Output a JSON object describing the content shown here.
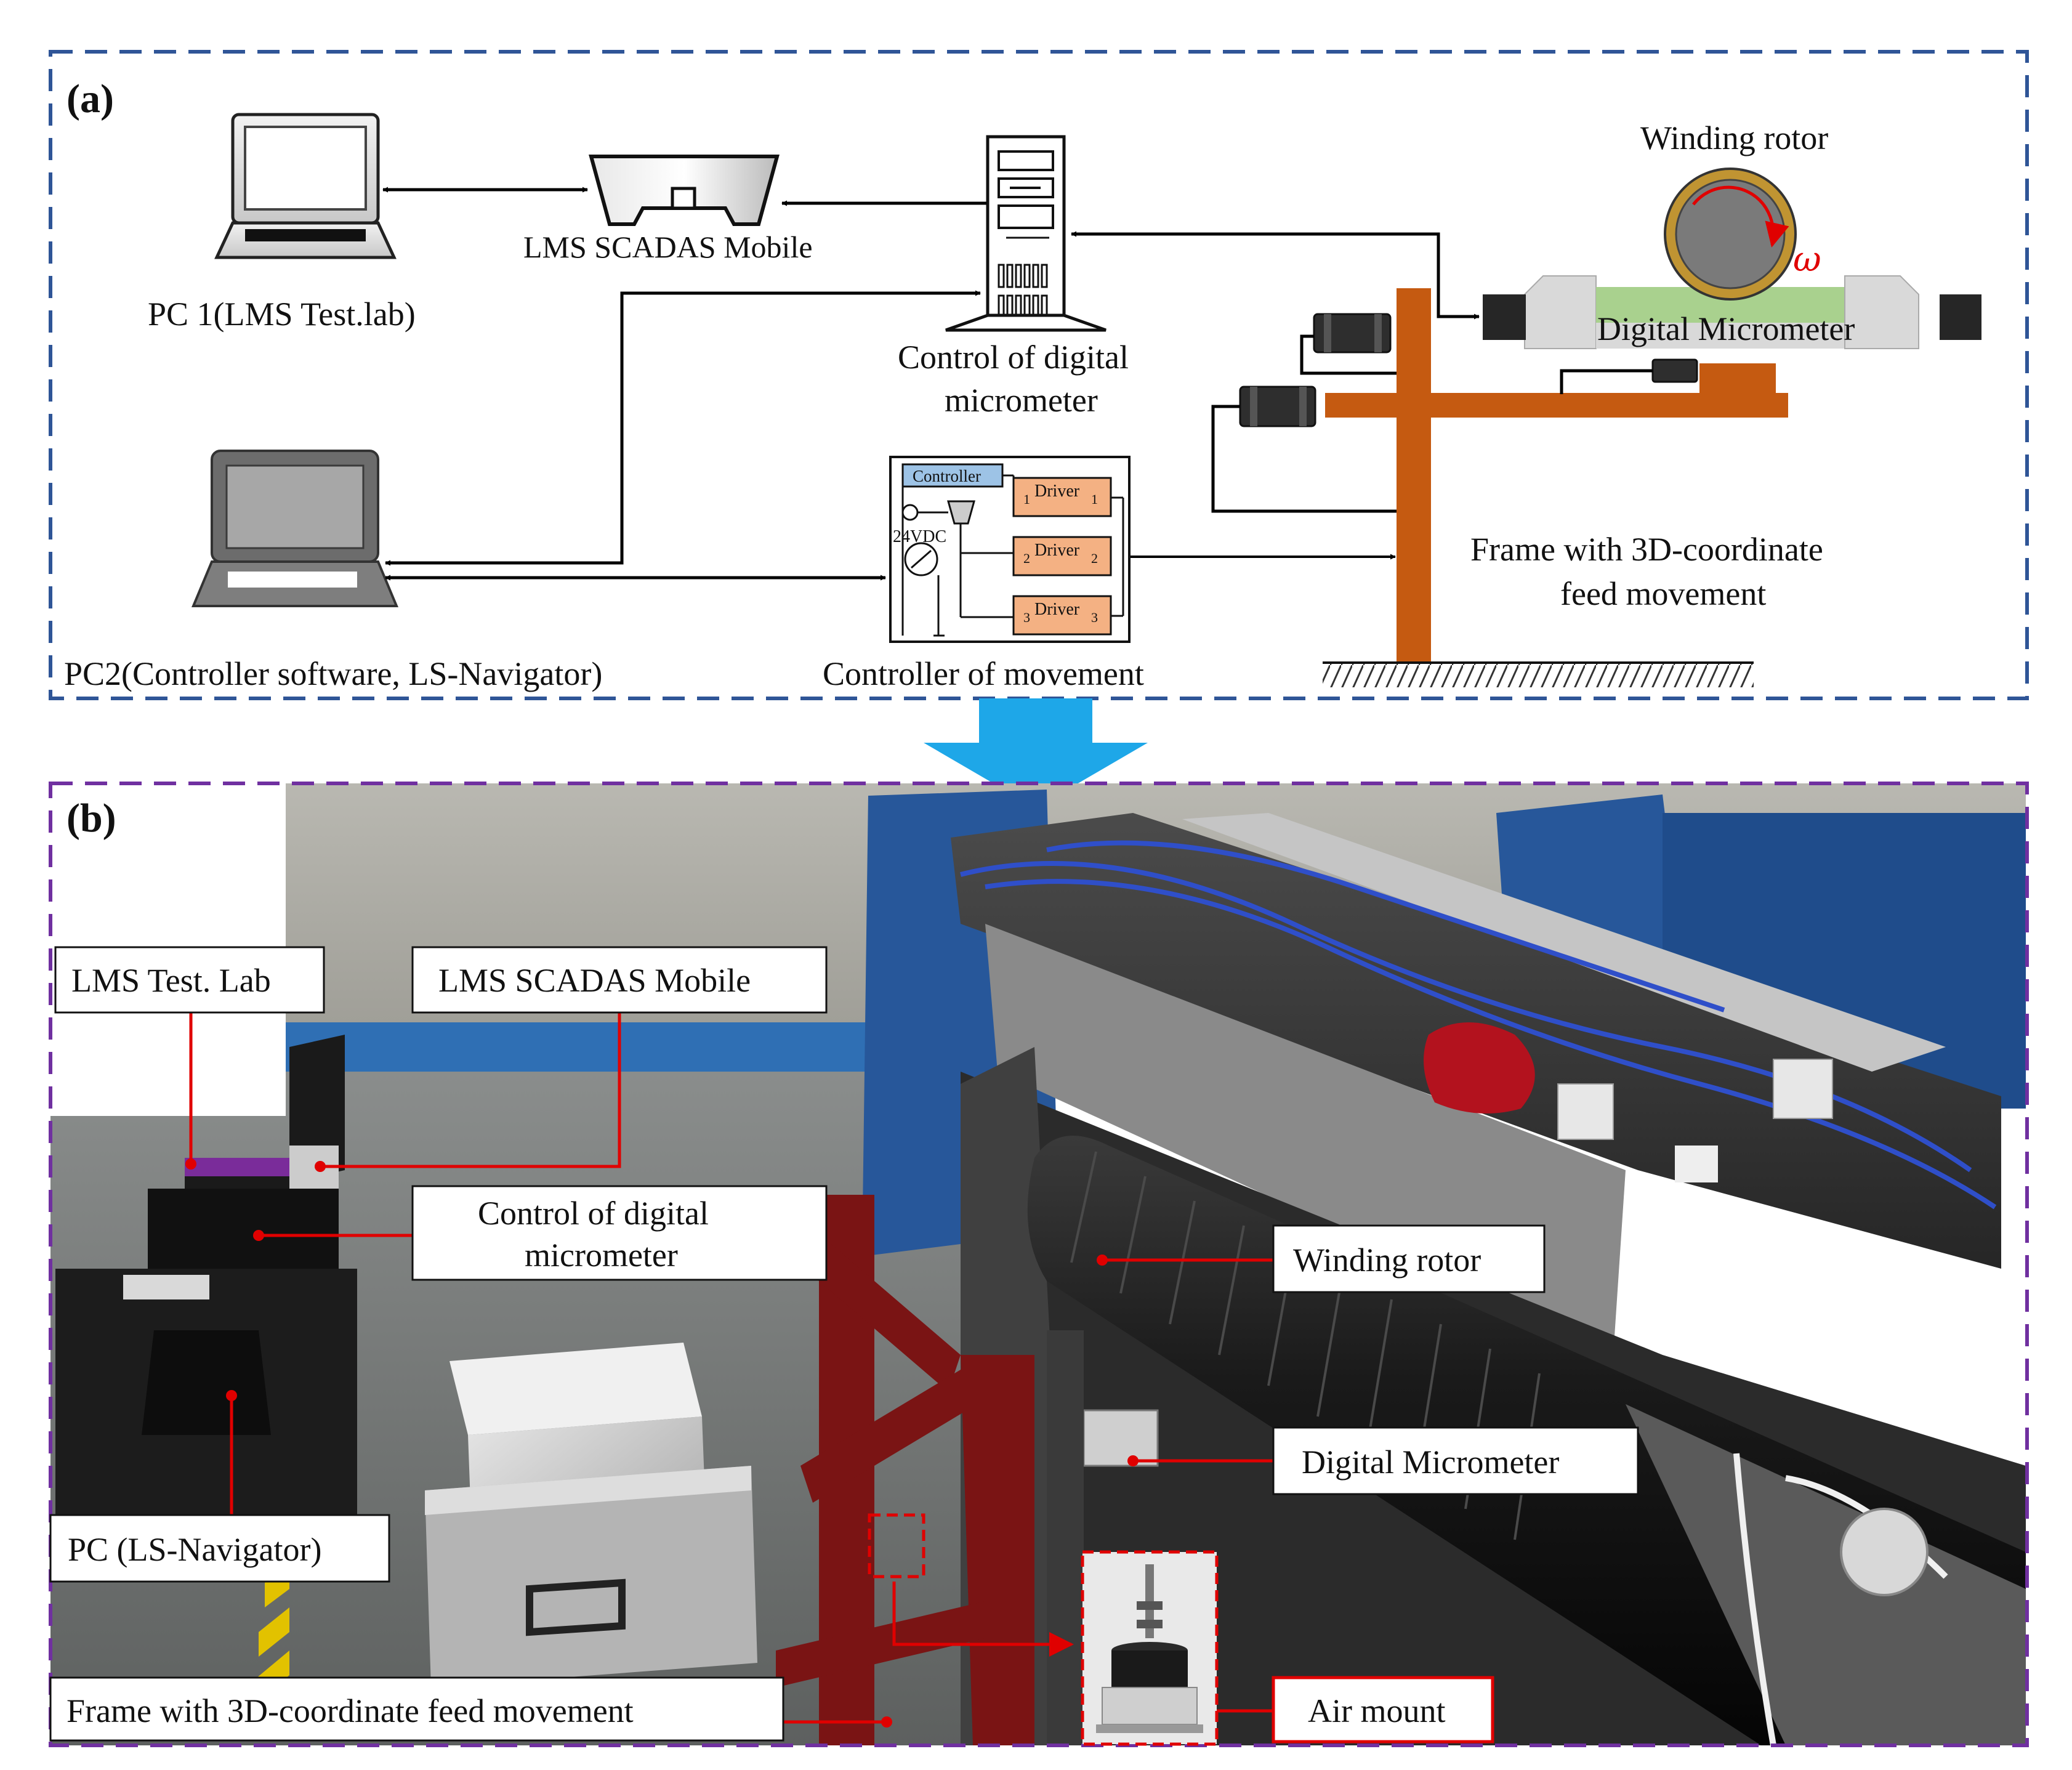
{
  "panel_a": {
    "tag": "(a)",
    "pc1_label": "PC 1(LMS Test.lab)",
    "scadas_label": "LMS SCADAS Mobile",
    "control_label_line1": "Control of digital",
    "control_label_line2": "micrometer",
    "winding_rotor_label": "Winding rotor",
    "omega_label": "ω",
    "digital_micrometer_label": "Digital Micrometer",
    "frame_label_line1": "Frame with 3D-coordinate",
    "frame_label_line2": "feed movement",
    "pc2_label": "PC2(Controller software, LS-Navigator)",
    "controller_movement_label": "Controller of movement",
    "controller_box": {
      "controller": "Controller",
      "voltage": "24VDC",
      "drivers": [
        {
          "pre": "1",
          "name": "Driver",
          "post": "1"
        },
        {
          "pre": "2",
          "name": "Driver",
          "post": "2"
        },
        {
          "pre": "3",
          "name": "Driver",
          "post": "3"
        }
      ]
    }
  },
  "panel_b": {
    "tag": "(b)",
    "callouts": {
      "lms_test_lab": "LMS Test. Lab",
      "lms_scadas": "LMS SCADAS Mobile",
      "control_line1": "Control of digital",
      "control_line2": "micrometer",
      "winding_rotor": "Winding rotor",
      "digital_micrometer": "Digital Micrometer",
      "pc_ls_navigator": "PC (LS-Navigator)",
      "frame": "Frame with 3D-coordinate feed movement",
      "air_mount": "Air mount"
    }
  },
  "colors": {
    "panel_a_border": "#2f5597",
    "panel_b_border": "#7030a0",
    "frame_orange": "#c55a11",
    "arrow_blue": "#1ea7e8",
    "callout_red": "#e00000",
    "driver_fill": "#f4b183",
    "controller_fill": "#9dc3e6",
    "micrometer_green": "#a9d18e"
  }
}
